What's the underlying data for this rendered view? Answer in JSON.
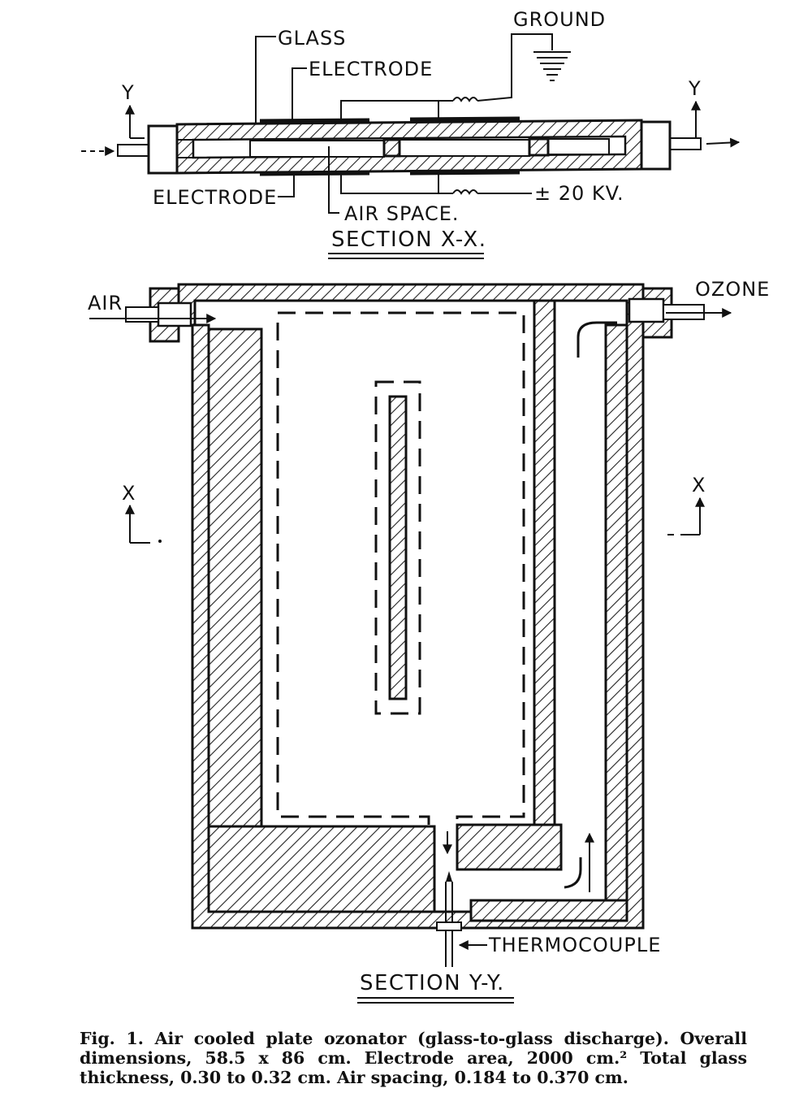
{
  "labels": {
    "glass": "GLASS",
    "electrode_top": "ELECTRODE",
    "ground": "GROUND",
    "electrode_bottom": "ELECTRODE",
    "voltage": "± 20 KV.",
    "air_space": "AIR SPACE.",
    "section_xx": "SECTION X-X.",
    "air": "AIR",
    "ozone": "OZONE",
    "thermocouple": "THERMOCOUPLE",
    "section_yy": "SECTION Y-Y.",
    "y_marker": "Y",
    "x_marker": "X"
  },
  "caption": "Fig. 1. Air cooled plate ozonator (glass-to-glass discharge). Overall dimensions, 58.5 x 86 cm. Electrode area, 2000 cm.² Total glass thickness, 0.30 to 0.32 cm. Air spacing, 0.184 to 0.370 cm."
}
